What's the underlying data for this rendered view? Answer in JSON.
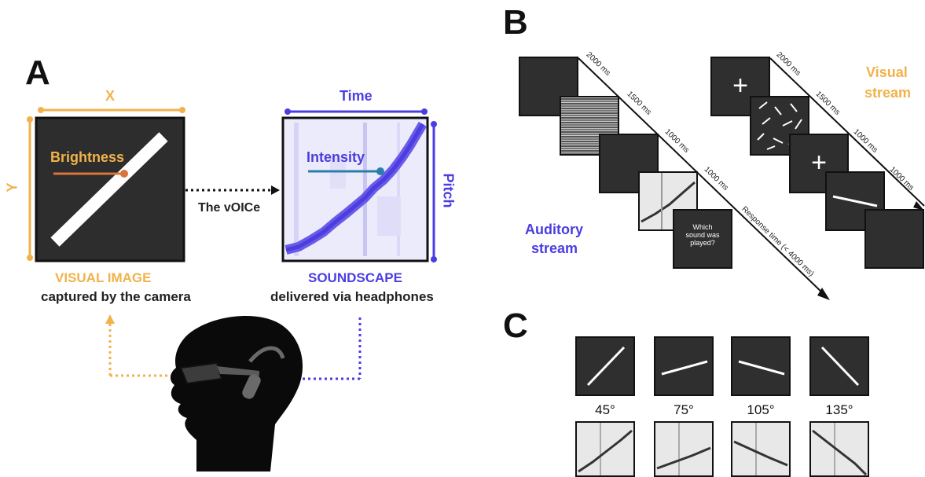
{
  "panels": {
    "a": "A",
    "b": "B",
    "c": "C"
  },
  "panel_a": {
    "x_label": "X",
    "y_label": "Y",
    "brightness_label": "Brightness",
    "time_label": "Time",
    "pitch_label": "Pitch",
    "intensity_label": "Intensity",
    "arrow_label": "The vOICe",
    "visual_title": "VISUAL IMAGE",
    "visual_sub": "captured by the camera",
    "sound_title": "SOUNDSCAPE",
    "sound_sub": "delivered via headphones"
  },
  "panel_b": {
    "auditory_label_1": "Auditory",
    "auditory_label_2": "stream",
    "visual_label_1": "Visual",
    "visual_label_2": "stream",
    "aud_times": [
      "2000 ms",
      "1500 ms",
      "1000 ms",
      "1000 ms"
    ],
    "vis_times": [
      "2000 ms",
      "1500 ms",
      "1000 ms",
      "1000 ms"
    ],
    "response": "Response time (< 4000 ms)",
    "question_1": "Which",
    "question_2": "sound was",
    "question_3": "played?"
  },
  "panel_c": {
    "angles": [
      "45°",
      "75°",
      "105°",
      "135°"
    ]
  },
  "colors": {
    "gold": "#f1b24b",
    "blue": "#4b3de0",
    "orange_line": "#d9743a",
    "teal_line": "#2a7fa8"
  }
}
